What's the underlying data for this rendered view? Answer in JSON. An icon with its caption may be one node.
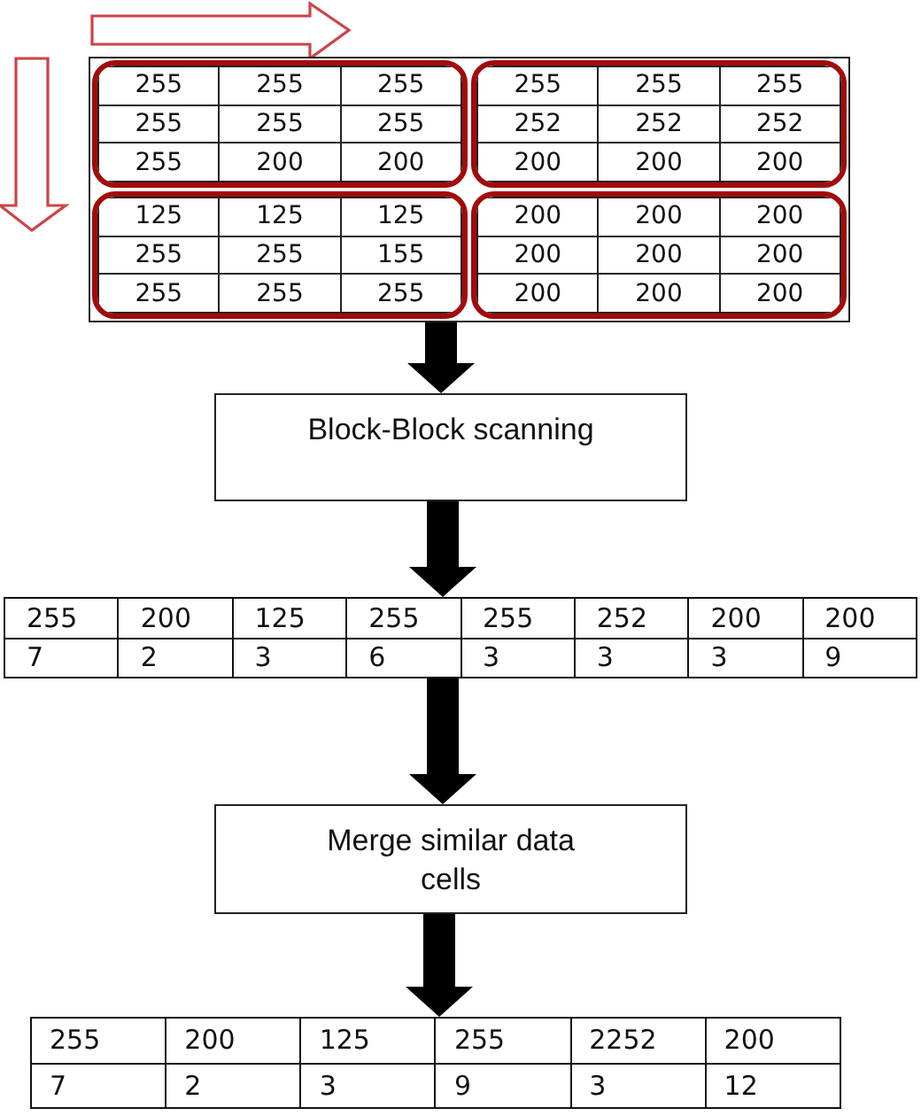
{
  "diagram": {
    "nodes": [
      {
        "text": [],
        "shape": "box"
      },
      {
        "text": [
          "255",
          "255",
          "255",
          "255",
          "255",
          "255",
          "255",
          "200",
          "200"
        ],
        "in": 0
      },
      {
        "text": [
          "255",
          "255",
          "255",
          "252",
          "252",
          "252",
          "200",
          "200",
          "200"
        ],
        "in": 0
      },
      {
        "text": [
          "125",
          "125",
          "125",
          "255",
          "255",
          "155",
          "255",
          "255",
          "255"
        ],
        "in": 0
      },
      {
        "text": [
          "200",
          "200",
          "200",
          "200",
          "200",
          "200",
          "200",
          "200",
          "200"
        ],
        "in": 0
      },
      {
        "text": [
          "Block-Block scanning"
        ]
      },
      {
        "text": [
          "255",
          "200",
          "125",
          "255",
          "255",
          "252",
          "200",
          "200",
          "7",
          "2",
          "3",
          "6",
          "3",
          "3",
          "3",
          "9"
        ]
      },
      {
        "text": [
          "Merge similar data cells"
        ]
      },
      {
        "text": [
          "255",
          "200",
          "125",
          "255",
          "2252",
          "200",
          "7",
          "2",
          "3",
          "9",
          "3",
          "12"
        ]
      }
    ],
    "edges": [
      {
        "from": 0,
        "to": 5,
        "arrow": "to"
      },
      {
        "from": 5,
        "to": 6,
        "arrow": "to"
      },
      {
        "from": 6,
        "to": 7,
        "arrow": "to"
      },
      {
        "from": 7,
        "to": 8,
        "arrow": "to"
      }
    ]
  }
}
